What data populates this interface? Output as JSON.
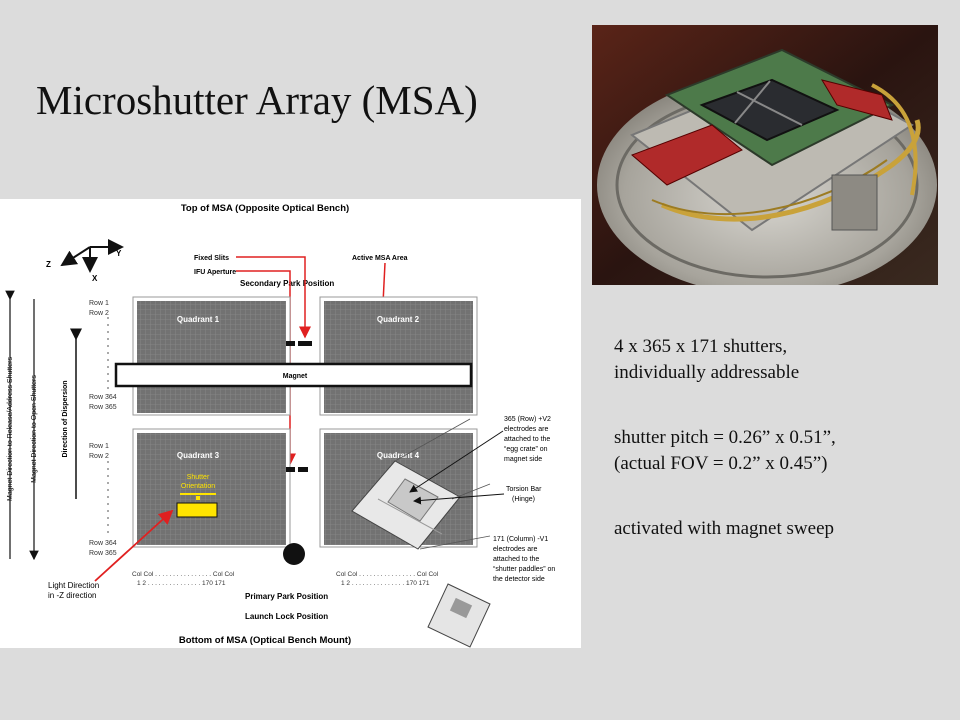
{
  "slide": {
    "title": "Microshutter Array (MSA)"
  },
  "bullets": [
    {
      "lines": [
        "4 x 365 x 171 shutters,",
        "individually addressable"
      ]
    },
    {
      "lines": [
        "shutter pitch = 0.26” x 0.51”,",
        "(actual FOV = 0.2” x 0.45”)"
      ]
    },
    {
      "lines": [
        "activated with magnet sweep"
      ]
    }
  ],
  "diagram": {
    "top_label": "Top of MSA (Opposite Optical Bench)",
    "bottom_label": "Bottom of MSA (Optical Bench Mount)",
    "axis_y": "Y",
    "axis_z": "Z",
    "axis_x": "X",
    "fixed_slits": "Fixed Slits",
    "ifu_aperture": "IFU Aperture",
    "active_area": "Active MSA Area",
    "secondary_park": "Secondary Park Position",
    "primary_park": "Primary Park Position",
    "launch_lock": "Launch Lock Position",
    "magnet": "Magnet",
    "quadrant_1": "Quadrant 1",
    "quadrant_2": "Quadrant 2",
    "quadrant_3": "Quadrant 3",
    "quadrant_4": "Quadrant 4",
    "row_1": "Row 1",
    "row_2": "Row 2",
    "row_364": "Row 364",
    "row_365": "Row 365",
    "shutter_orientation_1": "Shutter",
    "shutter_orientation_2": "Orientation",
    "light_direction_1": "Light Direction",
    "light_direction_2": "in -Z direction",
    "col_row_1": "Col  Col  . . . . . . . . . . . . . . . . Col  Col",
    "col_row_2": "1      2   . . . . . . . . . . . . . . .  170  171",
    "dir_dispersion": "Direction of Dispersion",
    "magnet_dir_release": "Magnet Direction to Release/Address Shutters",
    "magnet_dir_open": "Magnet Direction to Open Shutters",
    "note_row_1": "365 (Row) +V2",
    "note_row_2": "electrodes are",
    "note_row_3": "attached to the",
    "note_row_4": "“egg crate” on",
    "note_row_5": "magnet side",
    "torsion_1": "Torsion Bar",
    "torsion_2": "(Hinge)",
    "note_col_1": "171 (Column) -V1",
    "note_col_2": "electrodes are",
    "note_col_3": "attached to the",
    "note_col_4": "“shutter paddles” on",
    "note_col_5": "the detector side"
  },
  "colors": {
    "background": "#dcdcdc",
    "quadrant_fill": "#6e6e6e",
    "arrow_red": "#e02020",
    "label_yellow": "#ffe400"
  }
}
